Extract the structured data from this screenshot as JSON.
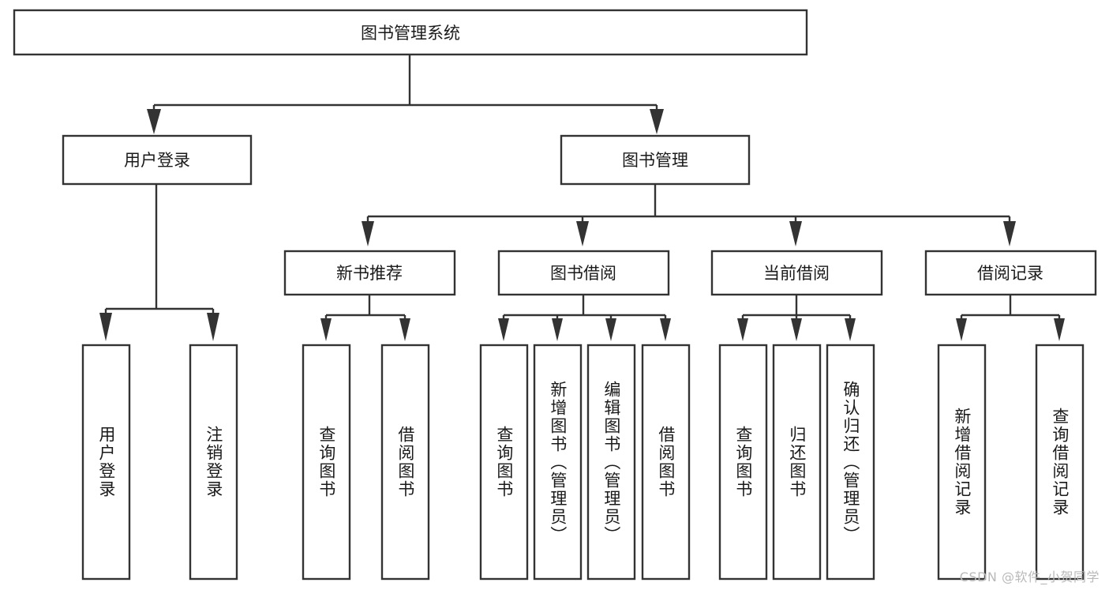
{
  "diagram": {
    "title": "图书管理系统",
    "watermark": "CSDN @软件_小贺同学",
    "colors": {
      "stroke": "#333333",
      "fill": "#ffffff",
      "text": "#1a1a1a",
      "watermark": "#b9b9b9"
    },
    "root": {
      "label": "图书管理系统"
    },
    "level2": [
      {
        "label": "用户登录"
      },
      {
        "label": "图书管理"
      }
    ],
    "level3": [
      {
        "label": "新书推荐"
      },
      {
        "label": "图书借阅"
      },
      {
        "label": "当前借阅"
      },
      {
        "label": "借阅记录"
      }
    ],
    "leaves": [
      {
        "label": "用户登录",
        "parent": "用户登录"
      },
      {
        "label": "注销登录",
        "parent": "用户登录"
      },
      {
        "label": "查询图书",
        "parent": "新书推荐"
      },
      {
        "label": "借阅图书",
        "parent": "新书推荐"
      },
      {
        "label": "查询图书",
        "parent": "图书借阅"
      },
      {
        "label": "新增图书（管理员）",
        "parent": "图书借阅"
      },
      {
        "label": "编辑图书（管理员）",
        "parent": "图书借阅"
      },
      {
        "label": "借阅图书",
        "parent": "图书借阅"
      },
      {
        "label": "查询图书",
        "parent": "当前借阅"
      },
      {
        "label": "归还图书",
        "parent": "当前借阅"
      },
      {
        "label": "确认归还（管理员）",
        "parent": "当前借阅"
      },
      {
        "label": "新增借阅记录",
        "parent": "借阅记录"
      },
      {
        "label": "查询借阅记录",
        "parent": "借阅记录"
      }
    ]
  }
}
